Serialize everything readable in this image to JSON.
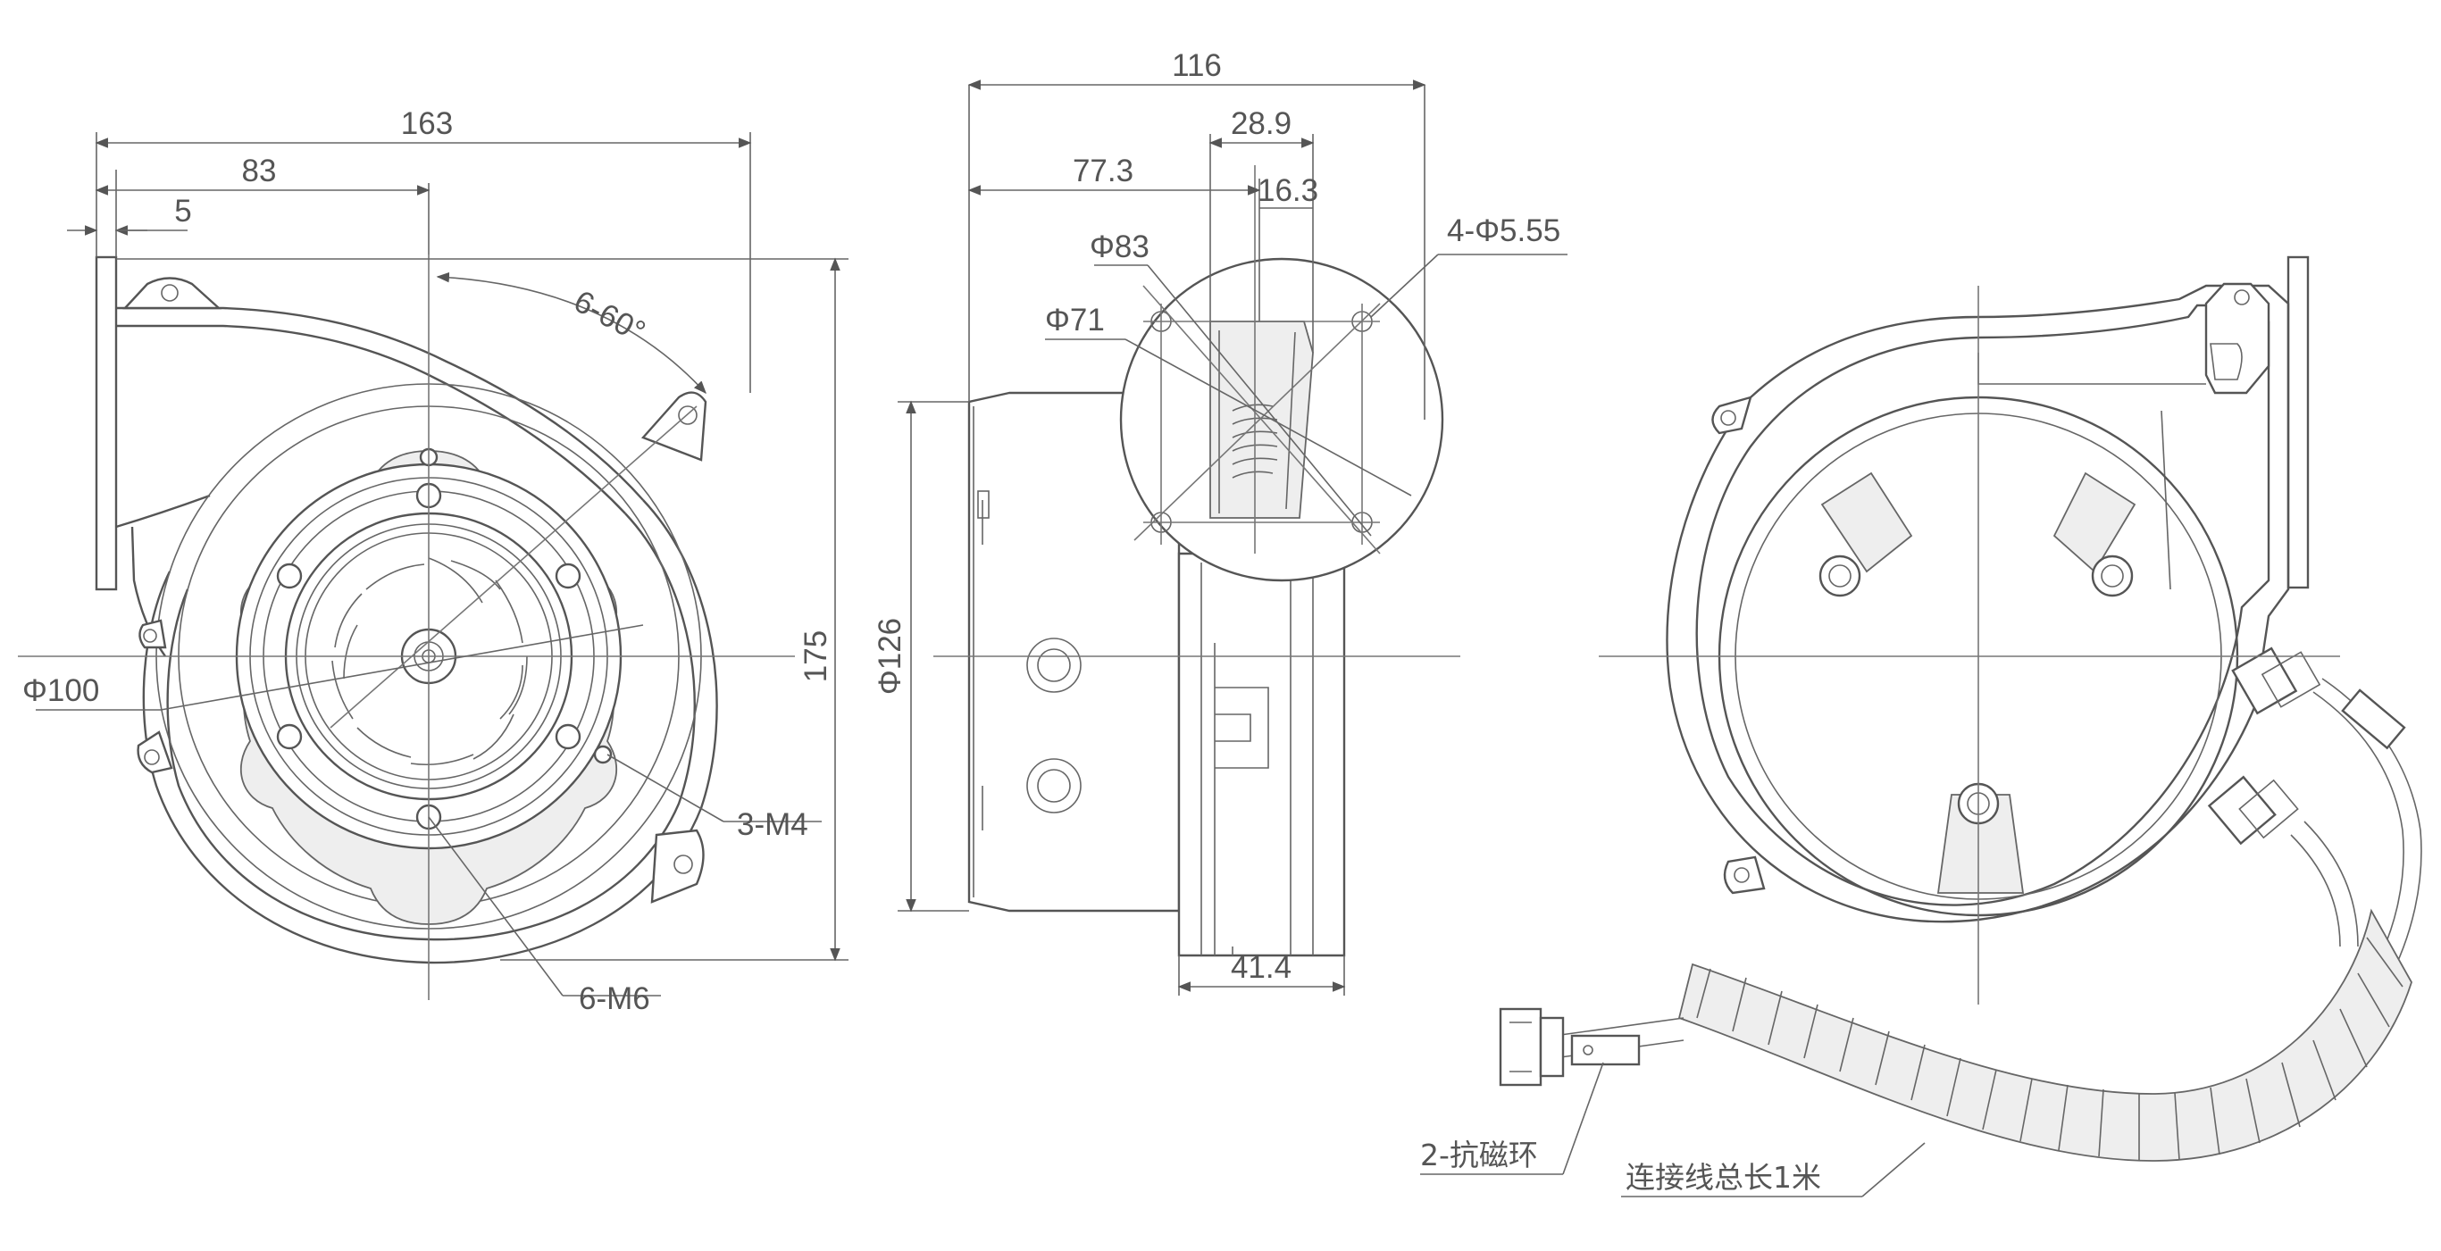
{
  "dimensions": {
    "front": {
      "width_total": "163",
      "center_offset": "83",
      "flange": "5",
      "height": "175",
      "angle": "6-60°",
      "inlet_dia": "Φ100",
      "holes_m4": "3-M4",
      "holes_m6": "6-M6"
    },
    "side": {
      "width_total": "116",
      "d28": "28.9",
      "d77": "77.3",
      "d16": "16.3",
      "pcd83": "Φ83",
      "pcd71": "Φ71",
      "holes": "4-Φ5.55",
      "body_dia": "Φ126",
      "depth": "41.4"
    },
    "rear": {
      "ferrite": "2-抗磁环",
      "cable": "连接线总长1米"
    }
  },
  "colors": {
    "line": "#555555",
    "text": "#555555"
  }
}
